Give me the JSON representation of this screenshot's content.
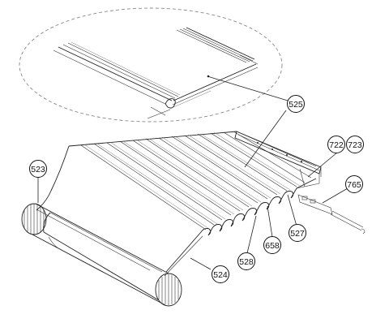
{
  "diagram": {
    "callouts": [
      {
        "id": "c523",
        "label": "523"
      },
      {
        "id": "c525",
        "label": "525"
      },
      {
        "id": "c722",
        "label": "722"
      },
      {
        "id": "c723",
        "label": "723"
      },
      {
        "id": "c765",
        "label": "765"
      },
      {
        "id": "c527",
        "label": "527"
      },
      {
        "id": "c658",
        "label": "658"
      },
      {
        "id": "c528",
        "label": "528"
      },
      {
        "id": "c524",
        "label": "524"
      }
    ]
  }
}
